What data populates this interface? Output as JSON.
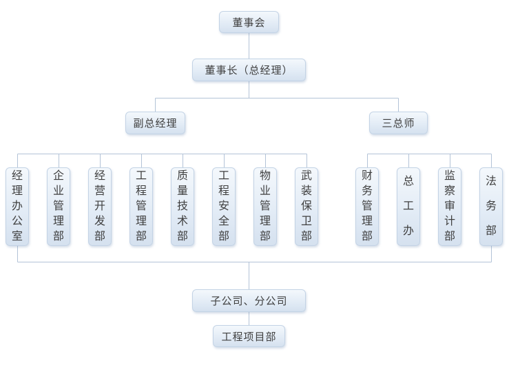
{
  "org": {
    "title": "company-organization-chart",
    "root": {
      "label": "董事会"
    },
    "chairman": {
      "label": "董事长（总经理）"
    },
    "branches": [
      {
        "label": "副总经理",
        "departments": [
          "经理办公室",
          "企业管理部",
          "经营开发部",
          "工程管理部",
          "质量技术部",
          "工程安全部",
          "物业管理部",
          "武装保卫部"
        ]
      },
      {
        "label": "三总师",
        "departments": [
          "财务管理部",
          "总工办",
          "监察审计部",
          "法务部"
        ]
      }
    ],
    "bottom": [
      {
        "label": "子公司、分公司"
      },
      {
        "label": "工程项目部"
      }
    ]
  },
  "colors": {
    "box_fill_top": "#f4f8fc",
    "box_fill_bottom": "#d5e1ef",
    "box_border": "#c3d3e5",
    "connector_line": "#b3c3d7",
    "text": "#3f3f3f",
    "background": "#ffffff"
  }
}
